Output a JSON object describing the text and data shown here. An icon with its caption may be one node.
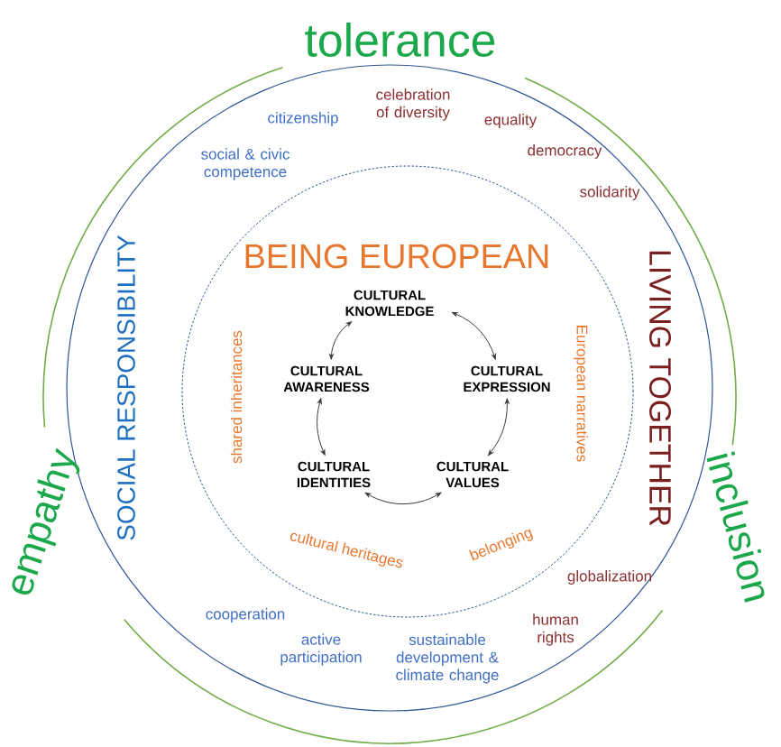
{
  "diagram": {
    "nodes": [
      {
        "text": [
          "CULTURAL KNOWLEDGE"
        ]
      },
      {
        "text": [
          "CULTURAL AWARENESS"
        ]
      },
      {
        "text": [
          "CULTURAL EXPRESSION"
        ]
      },
      {
        "text": [
          "CULTURAL IDENTITIES"
        ]
      },
      {
        "text": [
          "CULTURAL VALUES"
        ]
      }
    ],
    "edges": [
      {
        "from": 0,
        "to": 1,
        "arrow": "both"
      },
      {
        "from": 0,
        "to": 2,
        "arrow": "both"
      },
      {
        "from": 1,
        "to": 3,
        "arrow": "both"
      },
      {
        "from": 2,
        "to": 4,
        "arrow": "both"
      },
      {
        "from": 3,
        "to": 4,
        "arrow": "both"
      }
    ],
    "labels": [
      "tolerance",
      "celebration of diversity",
      "citizenship",
      "equality",
      "social & civic competence",
      "democracy",
      "solidarity",
      "BEING EUROPEAN",
      "SOCIAL RESPONSIBILITY",
      "LIVING TOGETHER",
      "shared inheritances",
      "European narratives",
      "empathy",
      "inclusion",
      "cultural heritages",
      "belonging",
      "globalization",
      "cooperation",
      "human rights",
      "active participation",
      "sustainable development & climate change"
    ]
  }
}
